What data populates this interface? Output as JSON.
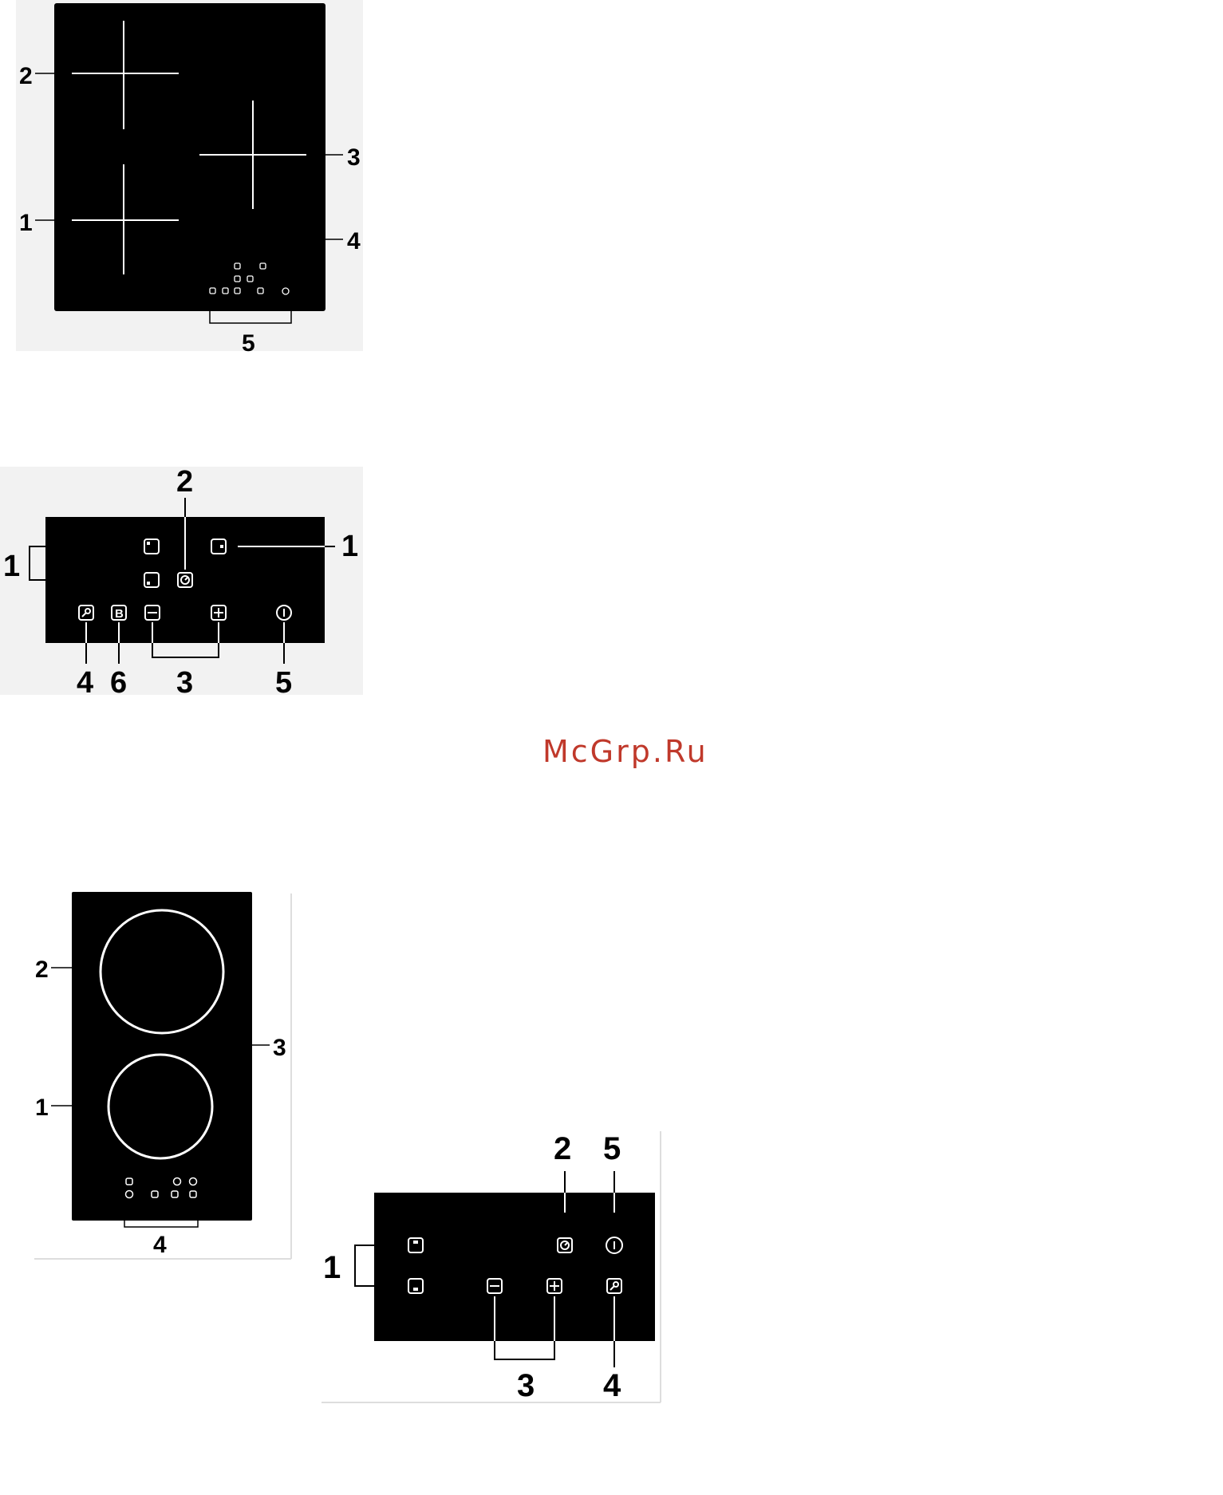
{
  "watermark": "McGrp.Ru",
  "colors": {
    "panel": "#000000",
    "line": "#ffffff",
    "watermark": "#c0392b"
  },
  "fig1": {
    "labels": {
      "a": "2",
      "b": "3",
      "c": "1",
      "d": "4",
      "e": "5"
    },
    "icons": [
      "zone-front-left-icon",
      "zone-rear-left-icon",
      "zone-right-icon",
      "timer-icon",
      "lock-key-icon",
      "booster-icon",
      "minus-icon",
      "plus-icon",
      "power-icon"
    ]
  },
  "fig2": {
    "labels": {
      "top": "2",
      "left": "1",
      "right": "1",
      "lock": "4",
      "booster": "6",
      "minusplus": "3",
      "power": "5"
    },
    "icons": [
      "zone-rear-left-icon",
      "zone-front-left-icon",
      "zone-right-icon",
      "timer-icon",
      "lock-key-icon",
      "booster-icon",
      "minus-icon",
      "plus-icon",
      "power-icon"
    ]
  },
  "fig3": {
    "labels": {
      "rear": "2",
      "side": "3",
      "front": "1",
      "bottom": "4"
    },
    "icons": [
      "zone-rear-icon",
      "zone-front-icon",
      "timer-icon",
      "power-icon",
      "minus-icon",
      "plus-icon",
      "lock-key-icon"
    ]
  },
  "fig4": {
    "labels": {
      "timer": "2",
      "power": "5",
      "zones": "1",
      "minusplus": "3",
      "lock": "4"
    },
    "icons": [
      "zone-rear-icon",
      "zone-front-icon",
      "timer-icon",
      "power-icon",
      "minus-icon",
      "plus-icon",
      "lock-key-icon"
    ]
  }
}
